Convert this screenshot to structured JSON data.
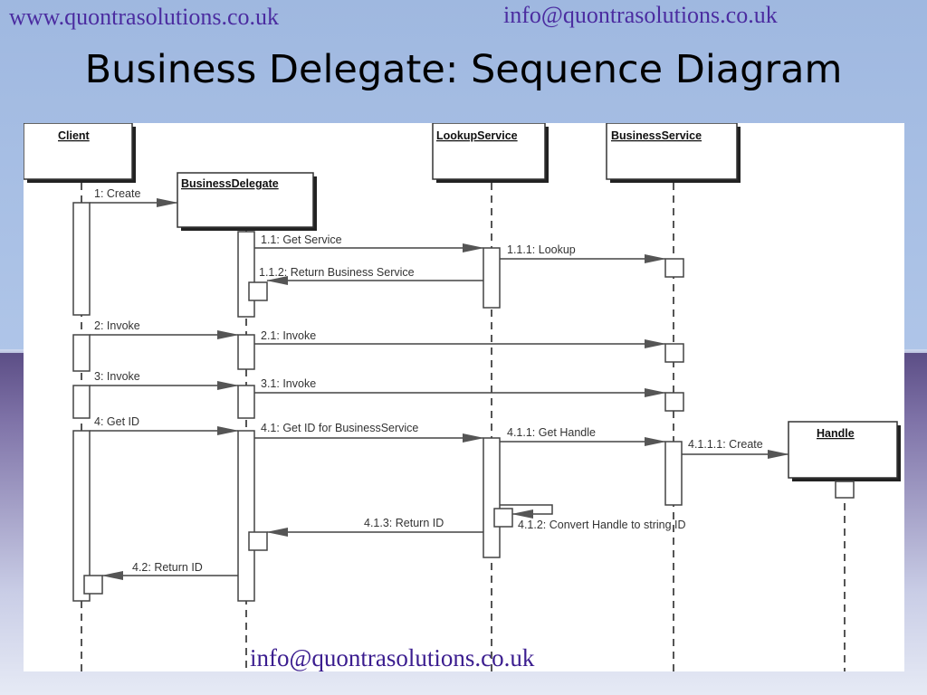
{
  "header": {
    "url_left": "www.quontrasolutions.co.uk",
    "email_right": "info@quontrasolutions.co.uk",
    "title": "Business Delegate: Sequence Diagram"
  },
  "footer": {
    "email": "info@quontrasolutions.co.uk"
  },
  "diagram": {
    "participants": [
      {
        "id": "client",
        "label": "Client"
      },
      {
        "id": "bd",
        "label": "BusinessDelegate"
      },
      {
        "id": "lookup",
        "label": "LookupService"
      },
      {
        "id": "bs",
        "label": "BusinessService"
      },
      {
        "id": "handle",
        "label": "Handle"
      }
    ],
    "messages": [
      {
        "id": "m1",
        "label": "1: Create"
      },
      {
        "id": "m11",
        "label": "1.1: Get Service"
      },
      {
        "id": "m111",
        "label": "1.1.1: Lookup"
      },
      {
        "id": "m112",
        "label": "1.1.2: Return Business Service"
      },
      {
        "id": "m2",
        "label": "2: Invoke"
      },
      {
        "id": "m21",
        "label": "2.1: Invoke"
      },
      {
        "id": "m3",
        "label": "3: Invoke"
      },
      {
        "id": "m31",
        "label": "3.1: Invoke"
      },
      {
        "id": "m4",
        "label": "4: Get ID"
      },
      {
        "id": "m41",
        "label": "4.1: Get ID for BusinessService"
      },
      {
        "id": "m411",
        "label": "4.1.1: Get Handle"
      },
      {
        "id": "m4111",
        "label": "4.1.1.1: Create"
      },
      {
        "id": "m412",
        "label": "4.1.2: Convert Handle to string ID"
      },
      {
        "id": "m413",
        "label": "4.1.3: Return ID"
      },
      {
        "id": "m42",
        "label": "4.2: Return ID"
      }
    ],
    "colors": {
      "line": "#444444",
      "box_shadow": "#222222",
      "arrow_fill": "#555555"
    }
  }
}
